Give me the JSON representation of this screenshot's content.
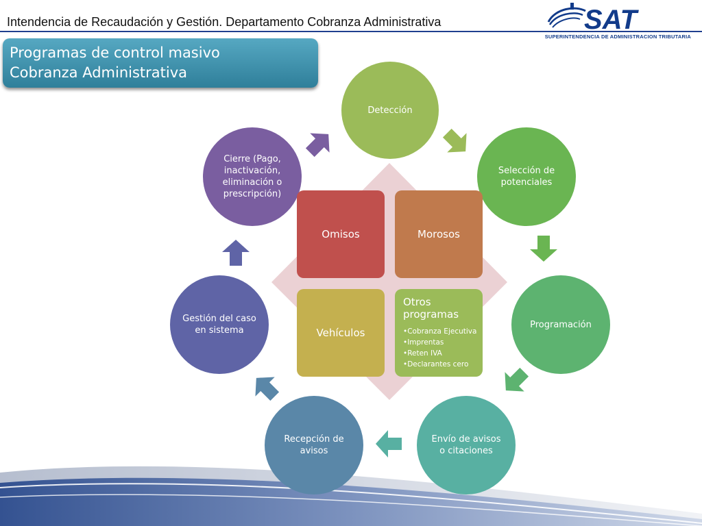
{
  "header": {
    "title": "Intendencia de Recaudación y Gestión.  Departamento Cobranza Administrativa",
    "logo_text": "SAT",
    "logo_subtitle": "SUPERINTENDENCIA DE ADMINISTRACION TRIBUTARIA"
  },
  "slide": {
    "title_line1": "Programas de control masivo",
    "title_line2": "Cobranza Administrativa"
  },
  "cycle": [
    {
      "label": "Detección",
      "color": "#9bbb59"
    },
    {
      "label": "Selección de potenciales",
      "color": "#6ab552"
    },
    {
      "label": "Programación",
      "color": "#5db370"
    },
    {
      "label": "Envío de avisos o citaciones",
      "color": "#58b0a2"
    },
    {
      "label": "Recepción de avisos",
      "color": "#5a87a8"
    },
    {
      "label": "Gestión del caso en sistema",
      "color": "#5f64a6"
    },
    {
      "label": "Cierre (Pago, inactivación, eliminación o prescripción)",
      "color": "#7a5ea0"
    }
  ],
  "center": {
    "omisos": {
      "label": "Omisos",
      "color": "#c0504d"
    },
    "morosos": {
      "label": "Morosos",
      "color": "#c07a4d"
    },
    "vehiculos": {
      "label": "Vehículos",
      "color": "#c4b04f"
    },
    "otros": {
      "label": "Otros programas",
      "color": "#9bbb59",
      "items": [
        "•Cobranza Ejecutiva",
        "•Imprentas",
        "•Reten IVA",
        "•Declarantes cero"
      ]
    },
    "diamond_color": "#e8c9cc"
  }
}
